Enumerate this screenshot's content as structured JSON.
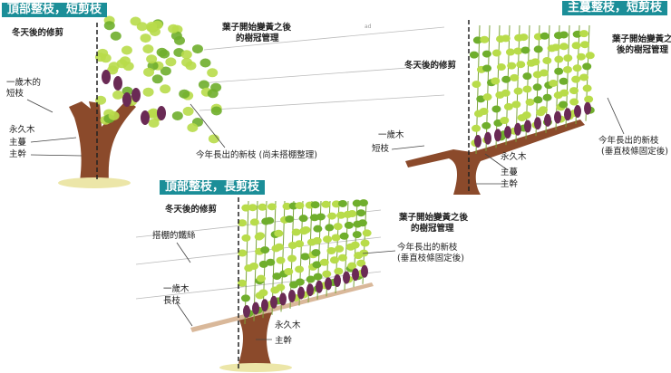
{
  "panels": {
    "top_pruning_short": {
      "title": "頂部整枝，短剪枝",
      "winter": "冬天後的修剪",
      "canopy_1": "葉子開始變黃之後",
      "canopy_2": "的樹冠管理",
      "one_year_1": "一歲木的",
      "one_year_2": "短枝",
      "permanent": "永久木",
      "cordon": "主蔓",
      "trunk": "主幹",
      "new_shoots": "今年長出的新枝 (尚未搭棚整理)"
    },
    "cordon_pruning_short": {
      "title": "主蔓整枝，短剪枝",
      "mark": "ad",
      "winter": "冬天後的修剪",
      "canopy_1": "葉子開始變黃之",
      "canopy_2": "後的樹冠管理",
      "one_year": "一歲木",
      "spur": "短枝",
      "permanent": "永久木",
      "cordon": "主蔓",
      "trunk": "主幹",
      "new_shoots_1": "今年長出的新枝",
      "new_shoots_2": "(垂直枝條固定後)"
    },
    "top_pruning_long": {
      "title": "頂部整枝，長剪枝",
      "winter": "冬天後的修剪",
      "wire": "搭棚的鐵絲",
      "one_year_1": "一歲木",
      "one_year_2": "長枝",
      "permanent": "永久木",
      "trunk": "主幹",
      "canopy_1": "葉子開始變黃之後",
      "canopy_2": "的樹冠管理",
      "new_shoots_1": "今年長出的新枝",
      "new_shoots_2": "(垂直枝條固定後)"
    }
  },
  "colors": {
    "title_bg": "#1b8e98",
    "leaf": "#b8dc4a",
    "leaf_dark": "#6fae2c",
    "grape": "#6a2a55",
    "wood": "#8b4a2b",
    "wire": "#bbbbbb"
  }
}
